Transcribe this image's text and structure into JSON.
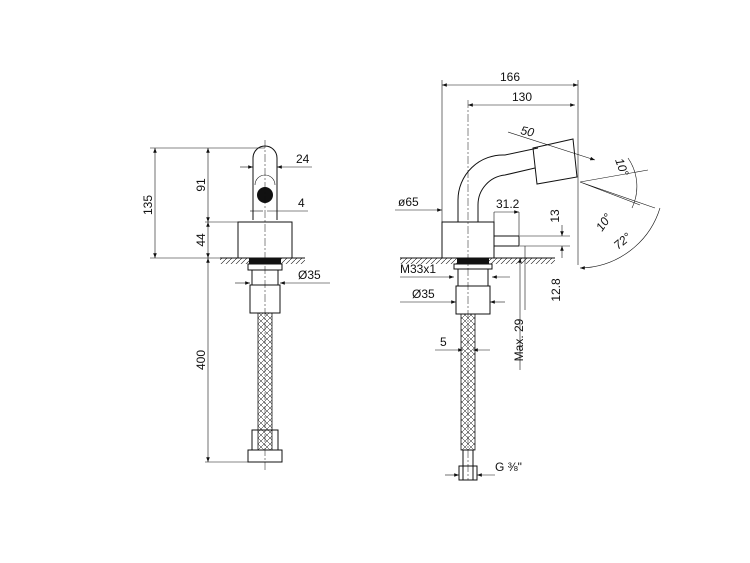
{
  "drawing": {
    "side_view": {
      "dims": {
        "height_total": "135",
        "spout_height": "91",
        "spout_width": "24",
        "outlet": "4",
        "base_height": "44",
        "nut_diameter": "Ø35",
        "hose_length": "400"
      }
    },
    "front_view": {
      "dims": {
        "reach_total": "166",
        "reach_spout": "130",
        "nozzle_length": "50",
        "body_diameter": "ø65",
        "lever": "31.2",
        "lever_height": "13",
        "thread": "M33x1",
        "nut_diameter": "Ø35",
        "angle_up": "10°",
        "angle_down": "10°",
        "angle_swivel": "72°",
        "min_gap": "12.8",
        "max_thickness": "Max. 29",
        "pin": "5",
        "connection": "G ⅜\""
      }
    }
  }
}
